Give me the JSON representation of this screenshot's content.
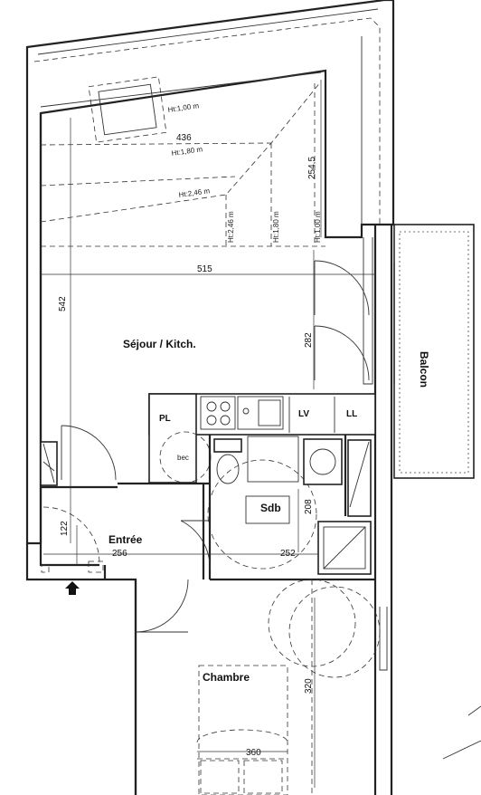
{
  "rooms": {
    "sejour": "Séjour / Kitch.",
    "entree": "Entrée",
    "sdb": "Sdb",
    "chambre": "Chambre",
    "balcon": "Balcon"
  },
  "equipment": {
    "pl": "PL",
    "bec": "bec",
    "lv": "LV",
    "ll": "LL"
  },
  "dimensions": {
    "d436": "436",
    "d515": "515",
    "d542": "542",
    "d254_5": "254,5",
    "d282": "282",
    "d122": "122",
    "d256": "256",
    "d252": "252",
    "d208": "208",
    "d320": "320",
    "d360": "360"
  },
  "heights": {
    "h100_top": "Ht:1,00 m",
    "h180_top": "Ht:1,80 m",
    "h246_top": "Ht:2,46 m",
    "h246_v": "Ht:2,46 m",
    "h180_v": "Ht:1,80 m",
    "h100_v": "Ht:1,00 m"
  }
}
